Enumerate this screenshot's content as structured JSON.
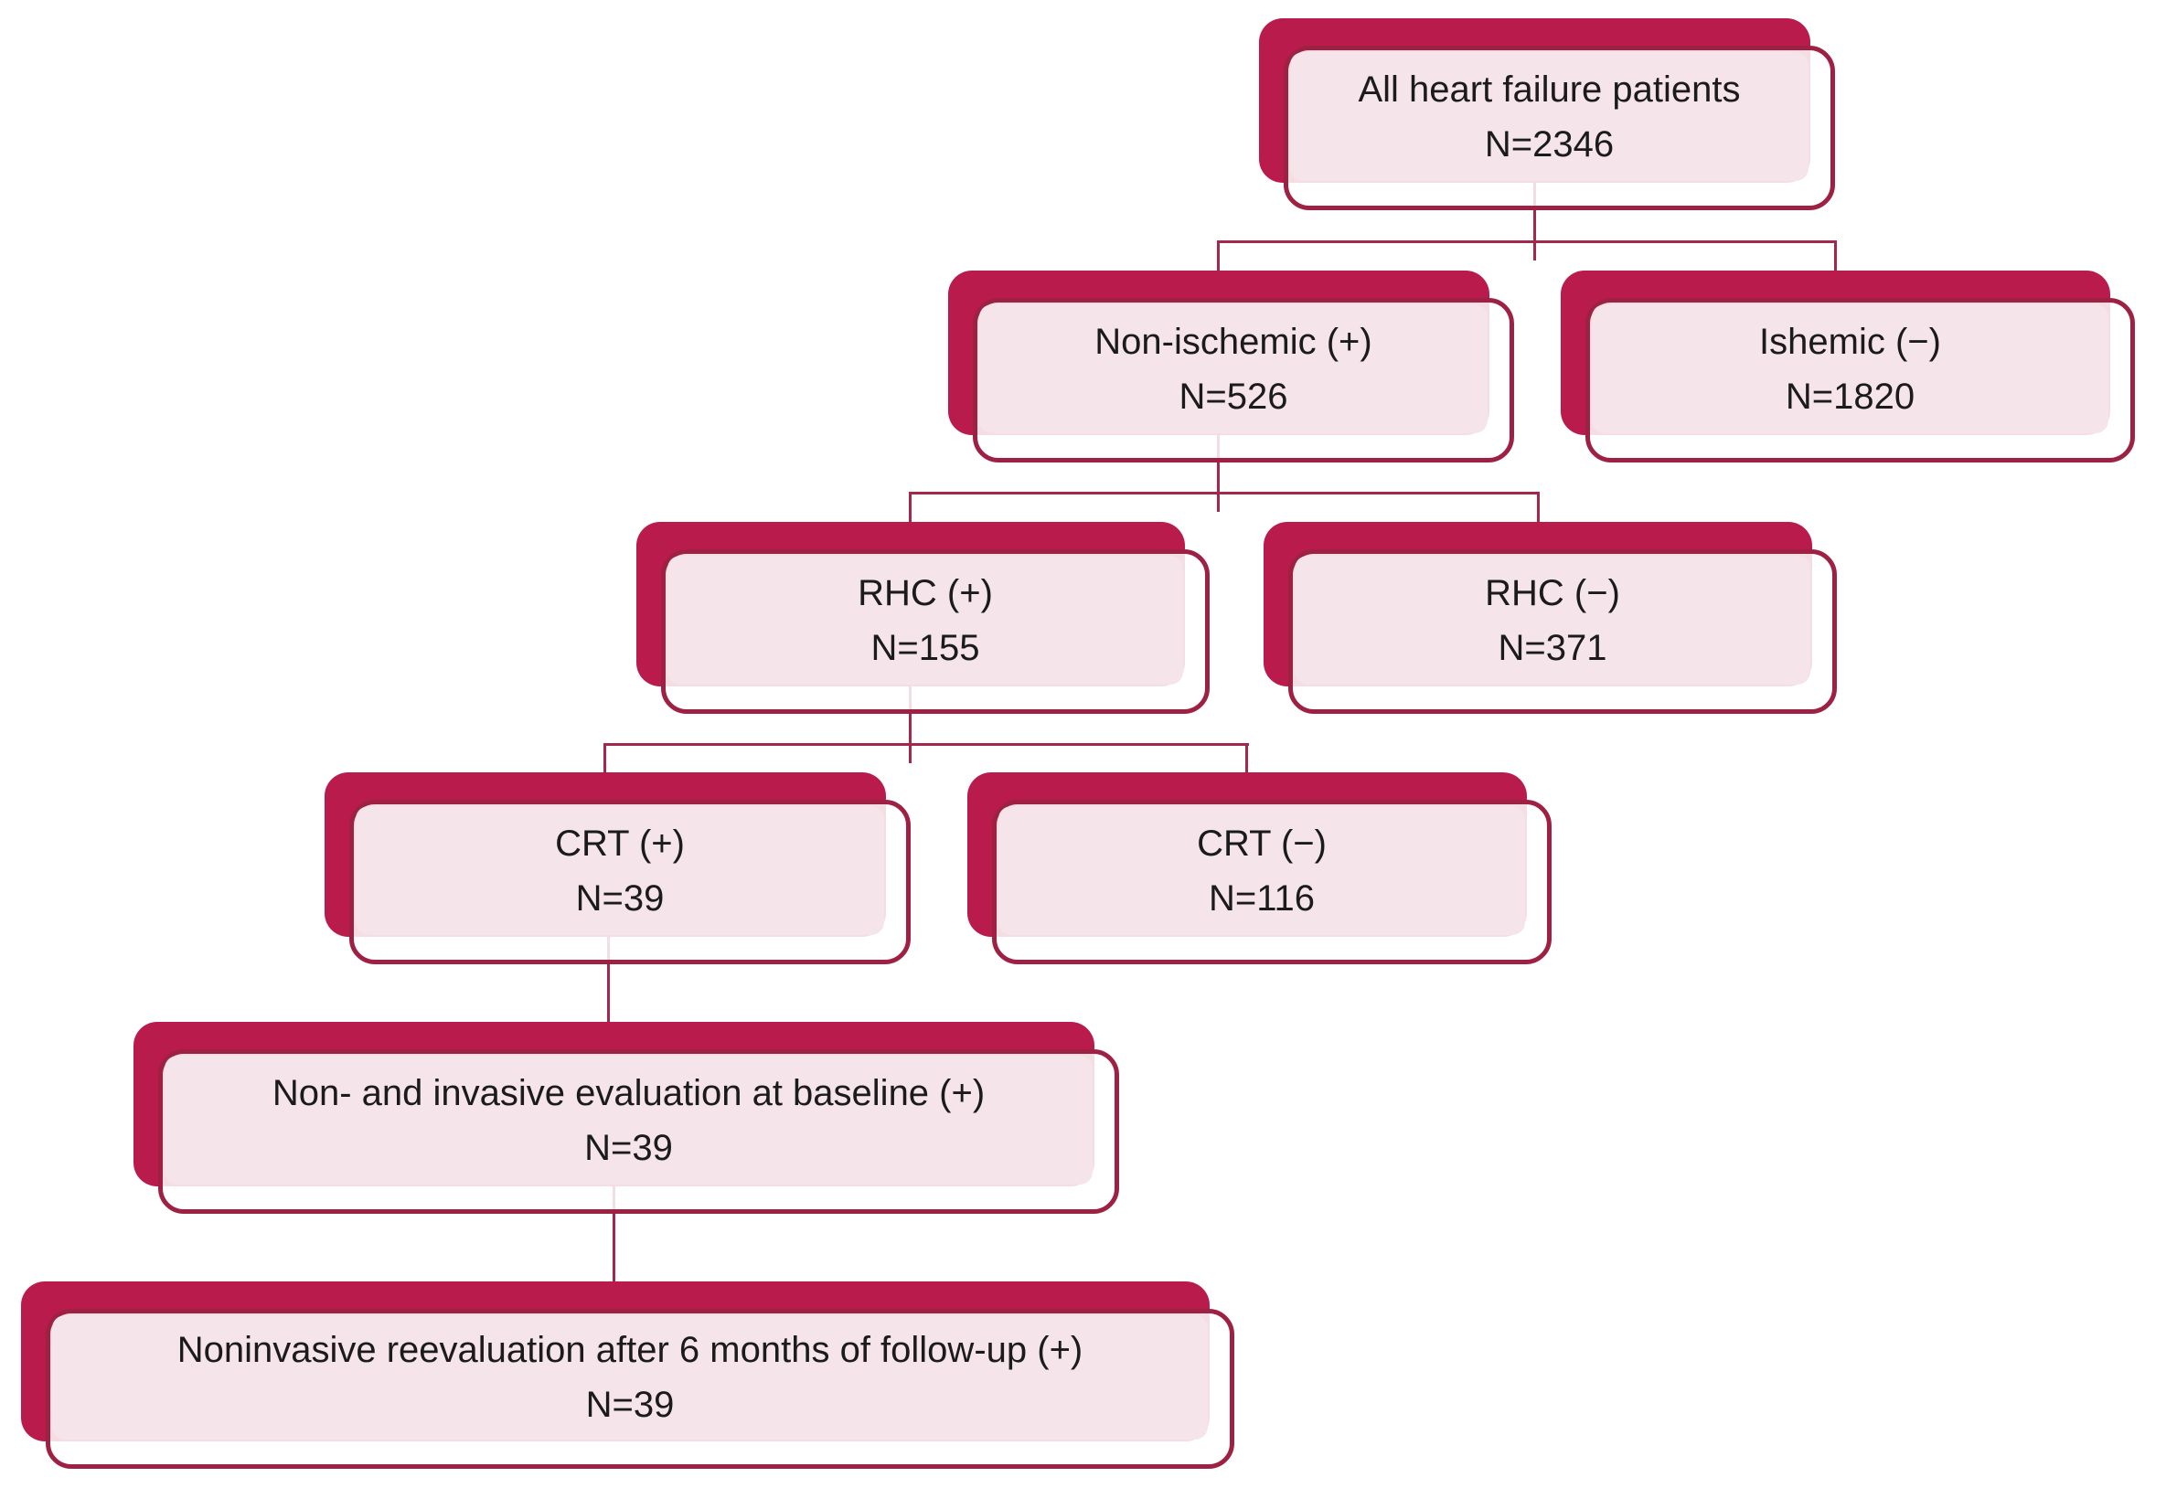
{
  "diagram": {
    "nodes": [
      {
        "id": "all-heart-failure",
        "label": "All heart failure patients",
        "n": "N=2346"
      },
      {
        "id": "non-ischemic",
        "label": "Non-ischemic (+)",
        "n": "N=526"
      },
      {
        "id": "ishemic",
        "label": "Ishemic (−)",
        "n": "N=1820"
      },
      {
        "id": "rhc-positive",
        "label": "RHC (+)",
        "n": "N=155"
      },
      {
        "id": "rhc-negative",
        "label": "RHC (−)",
        "n": "N=371"
      },
      {
        "id": "crt-positive",
        "label": "CRT (+)",
        "n": "N=39"
      },
      {
        "id": "crt-negative",
        "label": "CRT (−)",
        "n": "N=116"
      },
      {
        "id": "baseline-evaluation",
        "label": "Non- and invasive evaluation at baseline (+)",
        "n": "N=39"
      },
      {
        "id": "reevaluation-6-months",
        "label": "Noninvasive reevaluation after 6 months of follow-up (+)",
        "n": "N=39"
      }
    ],
    "edges": [
      {
        "from": "all-heart-failure",
        "to": "non-ischemic"
      },
      {
        "from": "all-heart-failure",
        "to": "ishemic"
      },
      {
        "from": "non-ischemic",
        "to": "rhc-positive"
      },
      {
        "from": "non-ischemic",
        "to": "rhc-negative"
      },
      {
        "from": "rhc-positive",
        "to": "crt-positive"
      },
      {
        "from": "rhc-positive",
        "to": "crt-negative"
      },
      {
        "from": "crt-positive",
        "to": "baseline-evaluation"
      },
      {
        "from": "baseline-evaluation",
        "to": "reevaluation-6-months"
      }
    ],
    "colors": {
      "shadow_block": "#b91c4c",
      "box_border": "#9e2144",
      "box_fill": "#f5e4e9",
      "connector": "#a3284b",
      "text": "#1b1b1b",
      "background": "#ffffff"
    }
  }
}
